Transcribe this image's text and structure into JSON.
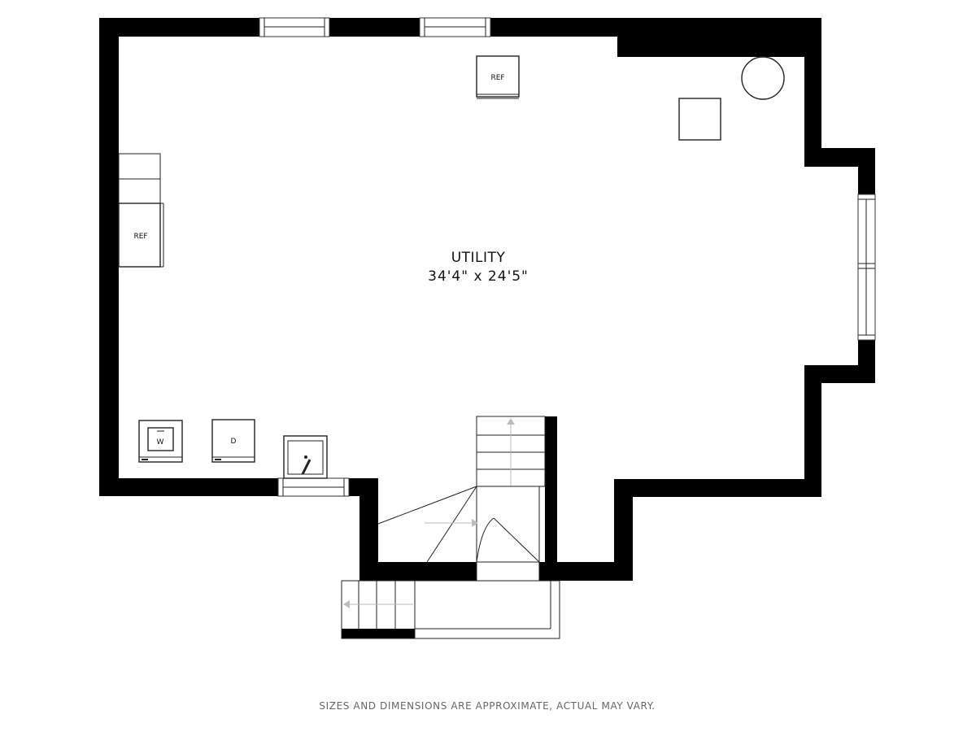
{
  "room": {
    "name": "UTILITY",
    "dimensions": "34'4\" x 24'5\""
  },
  "appliances": {
    "ref_top": "REF",
    "ref_left": "REF",
    "washer": "W",
    "dryer": "D"
  },
  "disclaimer": "SIZES AND DIMENSIONS ARE APPROXIMATE, ACTUAL MAY VARY.",
  "colors": {
    "wall": "#000000",
    "background": "#ffffff",
    "disclaimer_text": "#666666"
  }
}
